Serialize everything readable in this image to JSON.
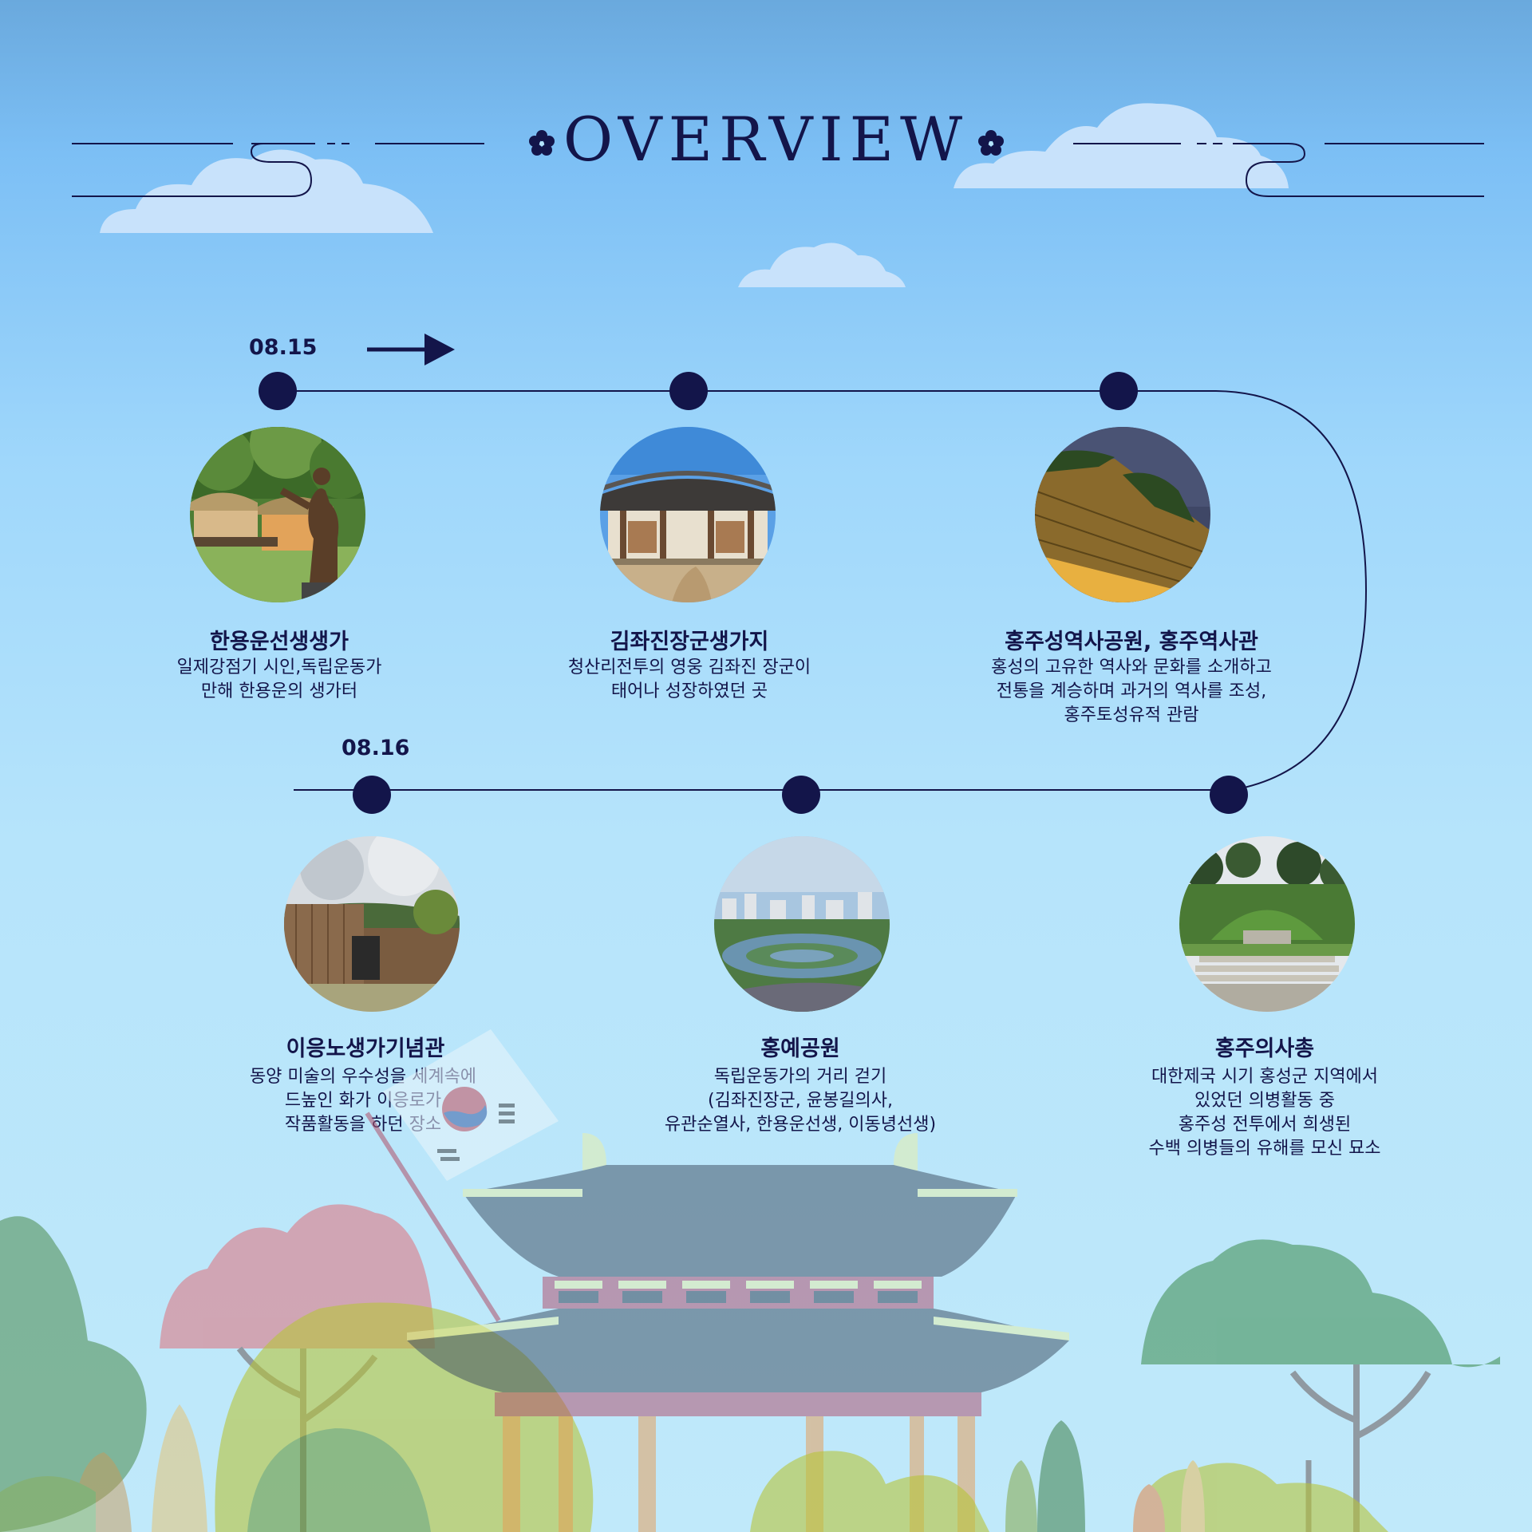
{
  "header": {
    "title": "OVERVIEW"
  },
  "days": [
    {
      "label": "08.15"
    },
    {
      "label": "08.16"
    }
  ],
  "stops": [
    {
      "name": "한용운선생생가",
      "desc": [
        "일제강점기 시인,독립운동가",
        "만해 한용운의 생가터"
      ],
      "photo": "statue-and-thatched-house"
    },
    {
      "name": "김좌진장군생가지",
      "desc": [
        "청산리전투의 영웅 김좌진 장군이",
        "태어나 성장하였던 곳"
      ],
      "photo": "tiled-roof-hanok"
    },
    {
      "name": "홍주성역사공원, 홍주역사관",
      "desc": [
        "홍성의 고유한 역사와 문화를 소개하고",
        "전통을 계승하며 과거의 역사를 조성,",
        "홍주토성유적 관람"
      ],
      "photo": "lit-fortress-wall-at-night"
    },
    {
      "name": "이응노생가기념관",
      "desc": [
        "동양 미술의 우수성을 세계속에",
        "드높인 화가 이응로가",
        "작품활동을 하던 장소"
      ],
      "photo": "wooden-memorial-building"
    },
    {
      "name": "홍예공원",
      "desc": [
        "독립운동가의 거리 걷기",
        "(김좌진장군, 윤봉길의사,",
        "유관순열사, 한용운선생, 이동녕선생)"
      ],
      "photo": "city-park-with-pond"
    },
    {
      "name": "홍주의사총",
      "desc": [
        "대한제국 시기 홍성군 지역에서",
        "있었던 의병활동 중",
        "홍주성 전투에서 희생된",
        "수백 의병들의 유해를 모신 묘소"
      ],
      "photo": "grass-burial-mound"
    }
  ],
  "colors": {
    "navy": "#13154a",
    "sky_top": "#6aa9dd",
    "sky_bottom": "#c0e9fa",
    "cloud": "#c8e2fb"
  },
  "icons": [
    "plum-blossom-icon",
    "arrow-right-icon",
    "timeline-dot-icon"
  ]
}
